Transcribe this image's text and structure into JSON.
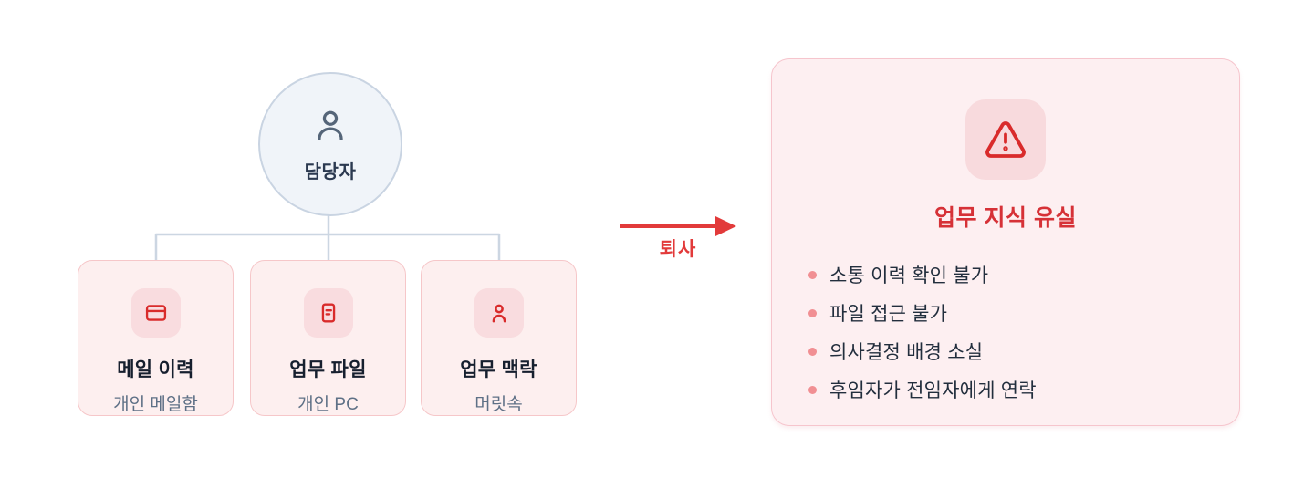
{
  "manager": {
    "label": "담당자"
  },
  "sources": [
    {
      "icon": "mail-history-icon",
      "title": "메일 이력",
      "subtitle": "개인 메일함"
    },
    {
      "icon": "work-file-icon",
      "title": "업무 파일",
      "subtitle": "개인 PC"
    },
    {
      "icon": "work-context-icon",
      "title": "업무 맥락",
      "subtitle": "머릿속"
    }
  ],
  "transition": {
    "label": "퇴사"
  },
  "result": {
    "icon": "warning-triangle-icon",
    "title": "업무 지식 유실",
    "items": [
      "소통 이력 확인 불가",
      "파일 접근 불가",
      "의사결정 배경 소실",
      "후임자가 전임자에게 연락"
    ]
  },
  "colors": {
    "accent_red": "#d92b2b",
    "arrow_red": "#e23a3a",
    "result_title_red": "#d63137",
    "card_pink_bg": "#fdefef",
    "card_pink_border": "#f6c7c9",
    "chip_pink": "#f9dcdf",
    "bullet_pink": "#f18f93",
    "node_slate_bg": "#f0f4f9",
    "node_slate_border": "#c9d4e2",
    "connector_gray": "#ccd6e2",
    "text_dark": "#161f2e",
    "text_muted": "#5e7086"
  }
}
